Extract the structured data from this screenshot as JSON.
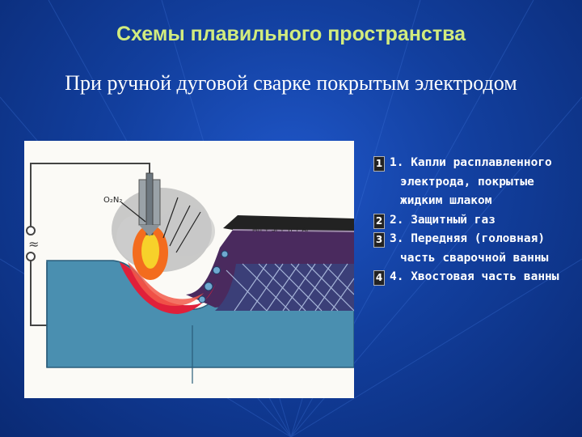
{
  "title": "Схемы плавильного пространства",
  "subtitle": "При ручной дуговой сварке покрытым электродом",
  "diagram": {
    "gas_label": "O₂N₂",
    "alloy_label": "Mn + Si + Ti + Al",
    "power_symbol": "≈"
  },
  "legend": [
    {
      "badge": "1",
      "text": "1. Капли расплавленного электрода, покрытые жидким шлаком"
    },
    {
      "badge": "2",
      "text": "2. Защитный газ"
    },
    {
      "badge": "3",
      "text": "3. Передняя (головная) часть сварочной ванны"
    },
    {
      "badge": "4",
      "text": "4. Хвостовая часть ванны"
    }
  ],
  "colors": {
    "background": "#123f9e",
    "title": "#d2ec7e",
    "metal": "#4a8fb0",
    "slag": "#4a2a5e",
    "pool": "#e0203a"
  }
}
